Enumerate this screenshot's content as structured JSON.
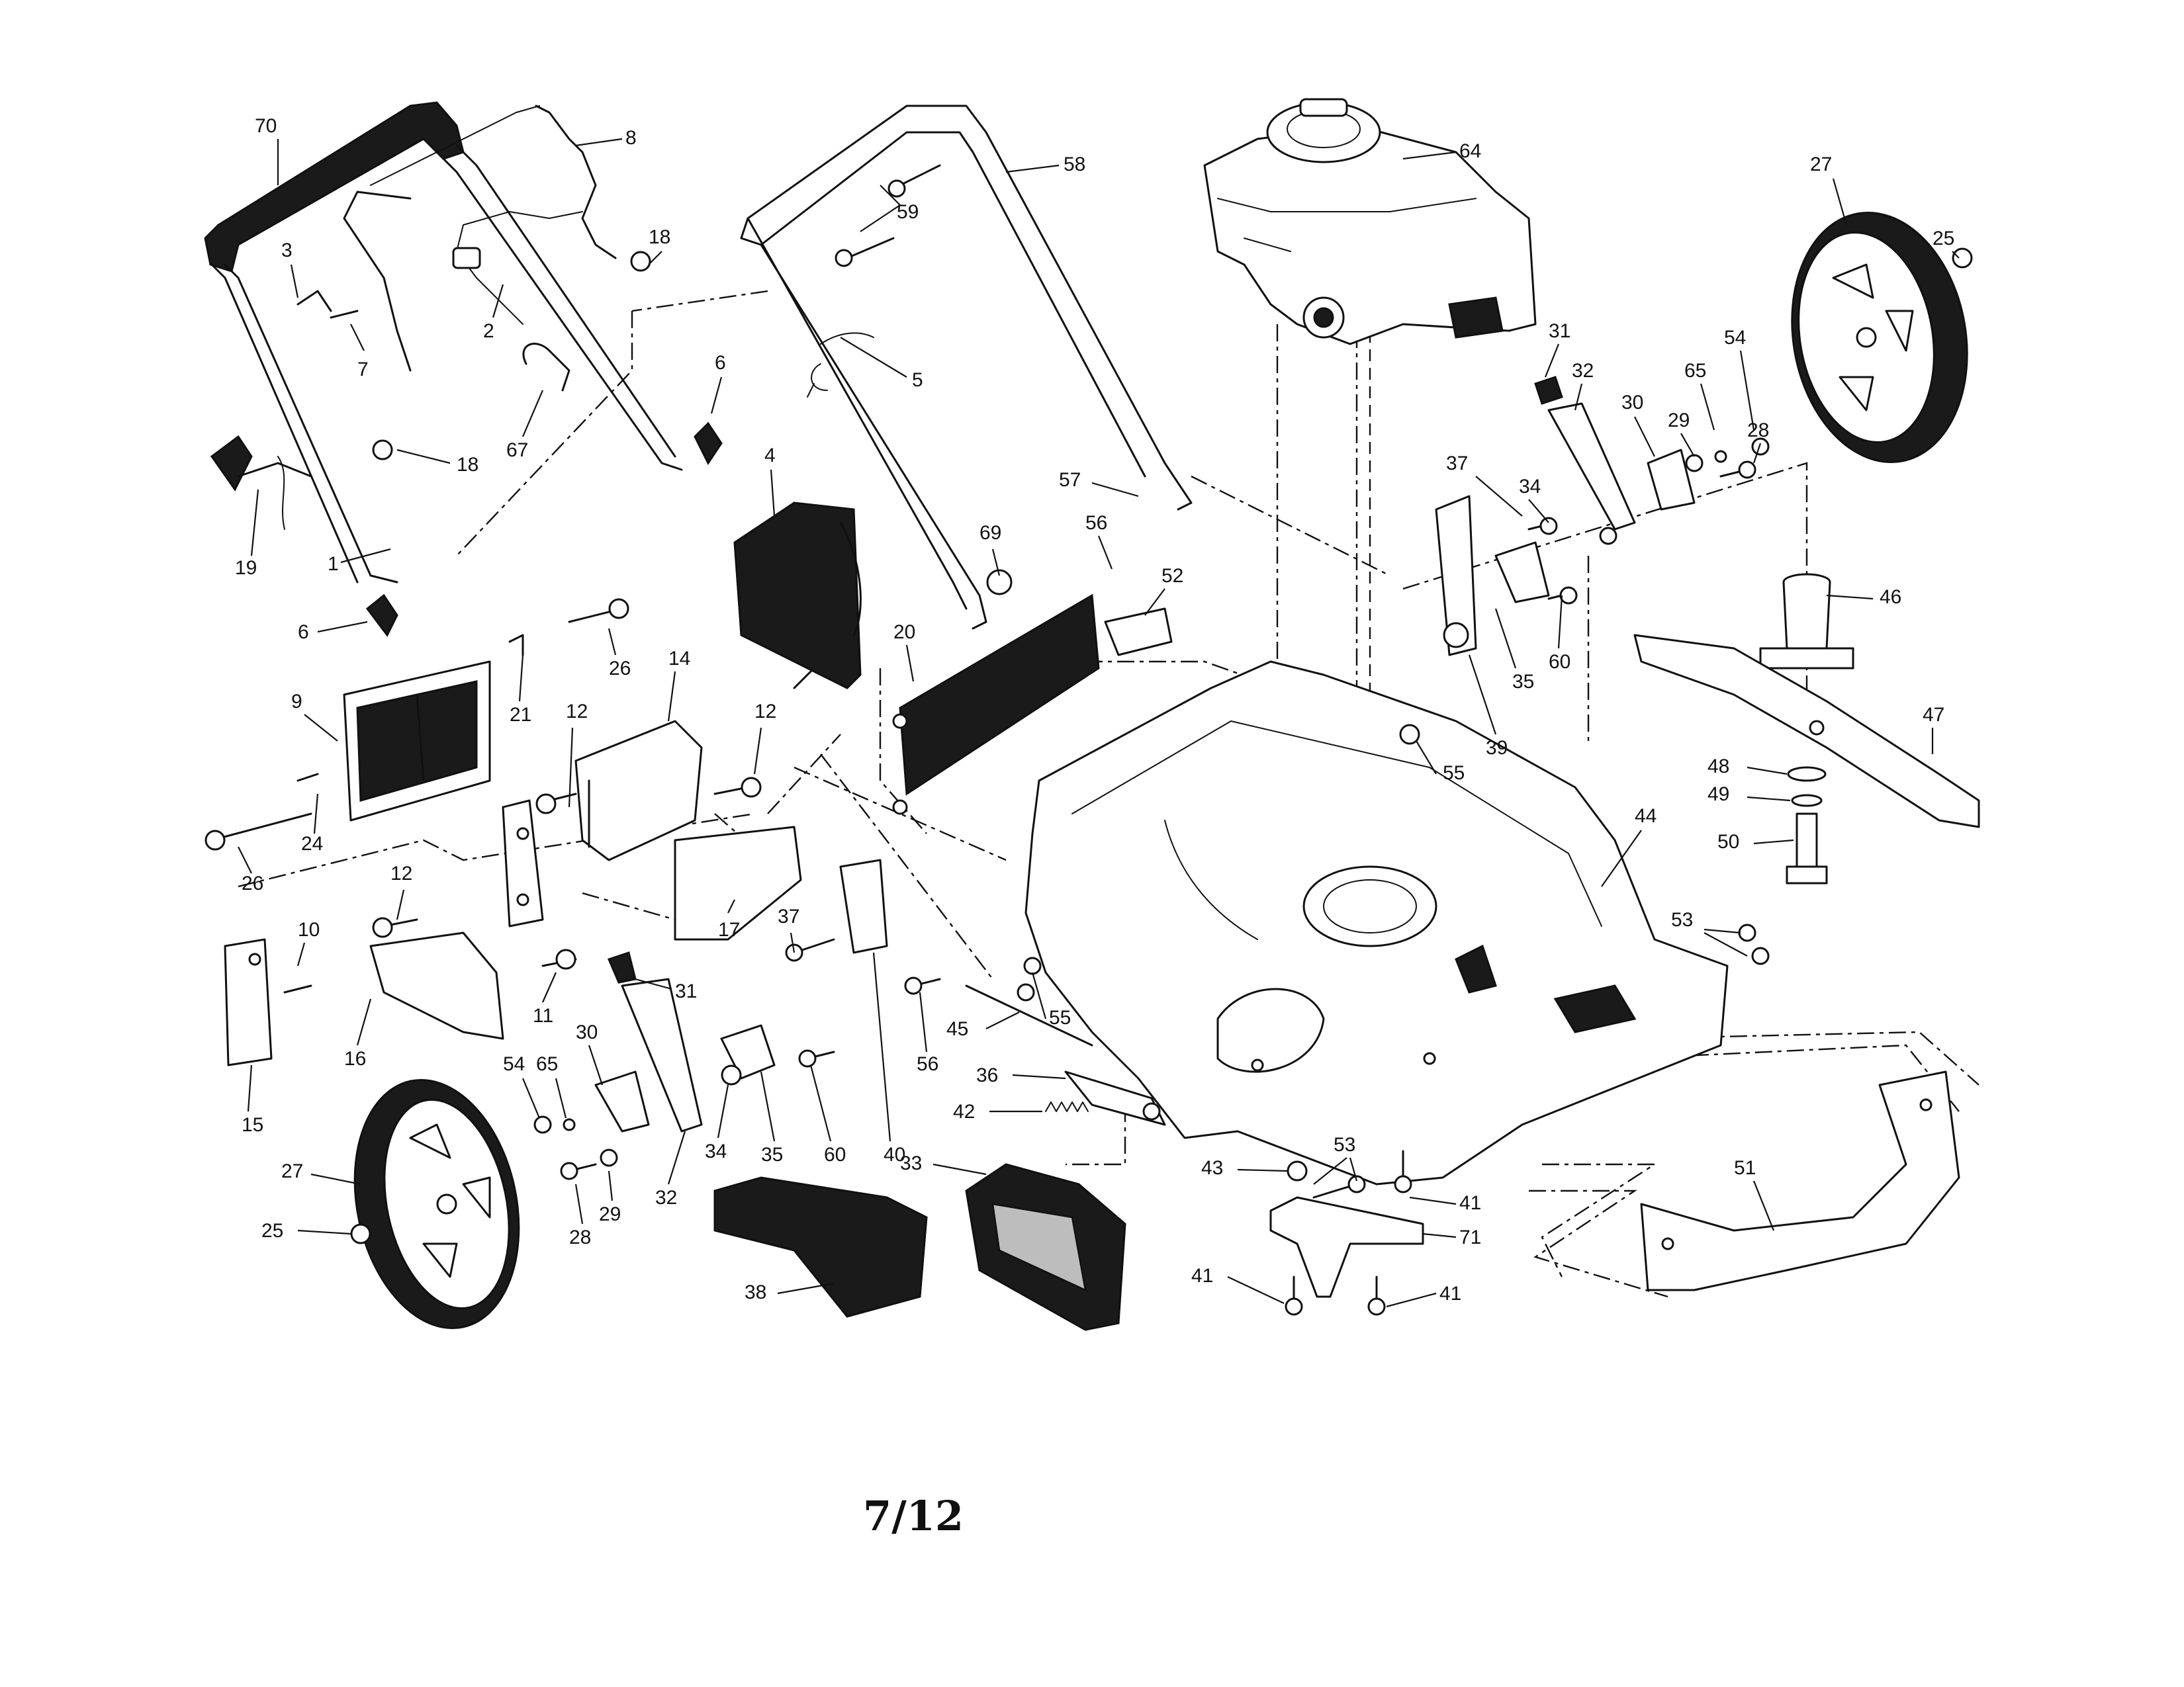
{
  "page_number": "7/12",
  "callouts": [
    "70",
    "8",
    "58",
    "64",
    "27",
    "25",
    "3",
    "18",
    "2",
    "59",
    "7",
    "67",
    "6",
    "5",
    "31",
    "32",
    "54",
    "65",
    "30",
    "28",
    "29",
    "18",
    "4",
    "57",
    "37",
    "34",
    "19",
    "1",
    "69",
    "56",
    "52",
    "6",
    "26",
    "20",
    "46",
    "35",
    "60",
    "14",
    "39",
    "21",
    "9",
    "12",
    "12",
    "47",
    "55",
    "48",
    "24",
    "26",
    "49",
    "50",
    "44",
    "12",
    "10",
    "37",
    "17",
    "11",
    "31",
    "53",
    "15",
    "16",
    "30",
    "54",
    "65",
    "34",
    "35",
    "60",
    "40",
    "56",
    "45",
    "55",
    "36",
    "42",
    "27",
    "29",
    "32",
    "33",
    "43",
    "53",
    "41",
    "25",
    "28",
    "38",
    "71",
    "41",
    "41",
    "51"
  ],
  "colors": {
    "ink": "#111111",
    "paper": "#ffffff"
  }
}
